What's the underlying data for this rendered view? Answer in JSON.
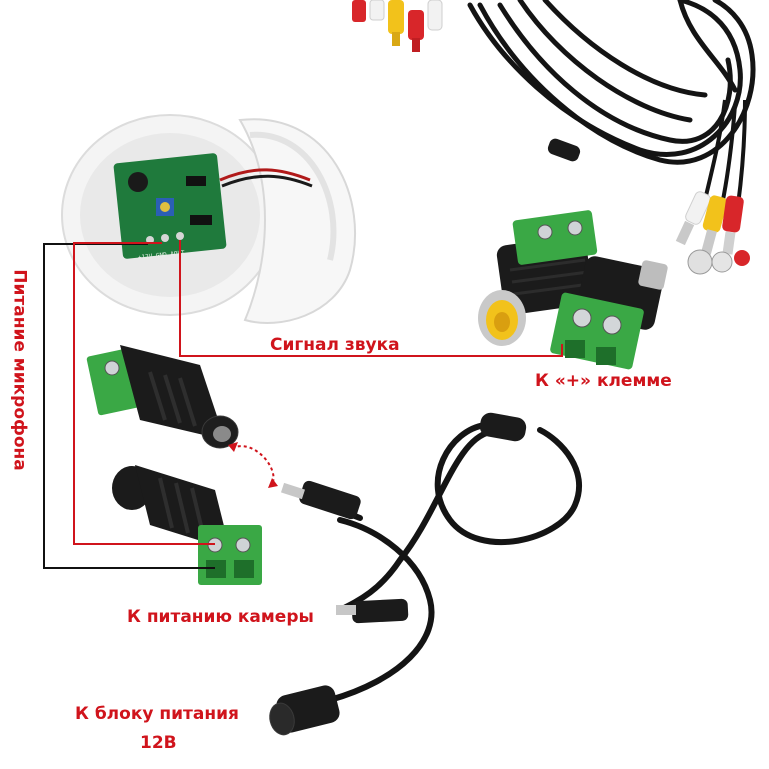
{
  "labels": {
    "mic_power": "Питание микрофона",
    "sound_signal": "Сигнал звука",
    "plus_terminal": "К «+» клемме",
    "camera_power": "К питанию камеры",
    "psu_line1": "К блоку питания",
    "psu_line2": "12В"
  },
  "board_text": "+12V GND AOUT",
  "colors": {
    "annotation_red": "#d0141c",
    "wire_black": "#111111",
    "terminal_green": "#3aa845",
    "pcb_green": "#1f7a3c",
    "rca_yellow": "#f2c21b",
    "rca_red": "#d8262a",
    "rca_white": "#f2f2f2"
  }
}
